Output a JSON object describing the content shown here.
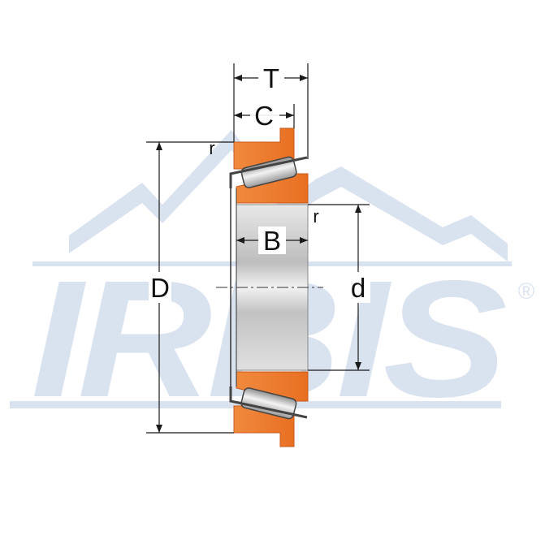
{
  "watermark": {
    "brand": "IRBIS",
    "registered_mark": "®",
    "color": "#d9e2ef"
  },
  "drawing": {
    "outer_ring_color": "#ee7a2d",
    "roller_color": "#b7b7b7",
    "inner_bore_color": "#d0d0d0",
    "line_color": "#1a1a1a"
  },
  "dimensions": {
    "T": "T",
    "C": "C",
    "B": "B",
    "D": "D",
    "d": "d",
    "r_top": "r",
    "r_inner": "r"
  }
}
